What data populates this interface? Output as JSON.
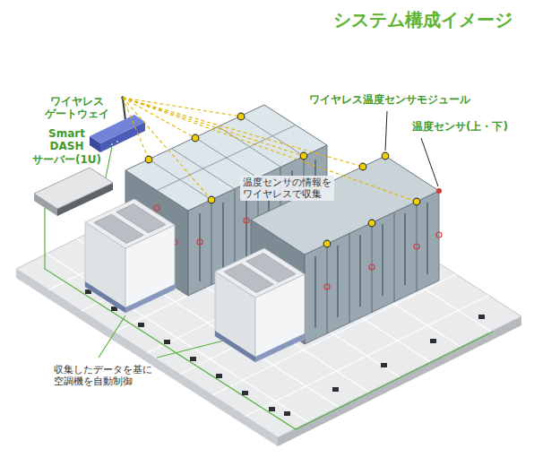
{
  "diagram": {
    "title": "システム構成イメージ",
    "labels": [
      "ワイヤレス ゲートウェイ",
      "Smart DASH サーバー(1U)",
      "ワイヤレス温度センサモジュール",
      "温度センサ(上・下)",
      "温度センサの情報を ワイヤレスで収集",
      "収集したデータを基に 空調機を自動制御"
    ]
  }
}
